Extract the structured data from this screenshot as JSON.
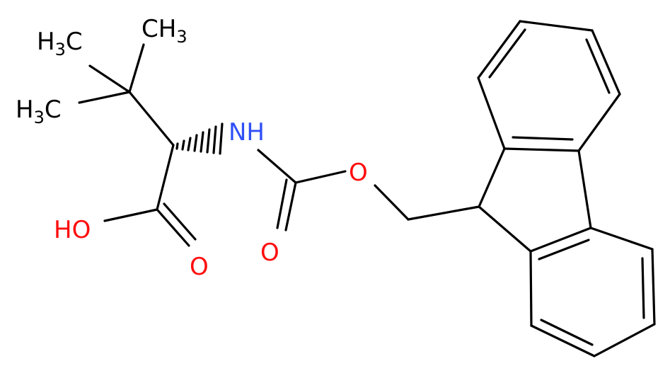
{
  "colors": {
    "carbon": "#000000",
    "oxygen": "#ff0d0d",
    "nitrogen": "#3050f8",
    "background": "#ffffff"
  },
  "labels": {
    "methyl_top": {
      "main": "CH",
      "sub": "3"
    },
    "methyl_left_upper": {
      "main": "H",
      "sub": "3",
      "tail": "C"
    },
    "methyl_left_lower": {
      "main": "H",
      "sub": "3",
      "tail": "C"
    },
    "amine": "NH",
    "hydroxyl": "HO",
    "acid_carbonyl_o": "O",
    "carbamate_carbonyl_o": "O",
    "ester_o": "O"
  }
}
